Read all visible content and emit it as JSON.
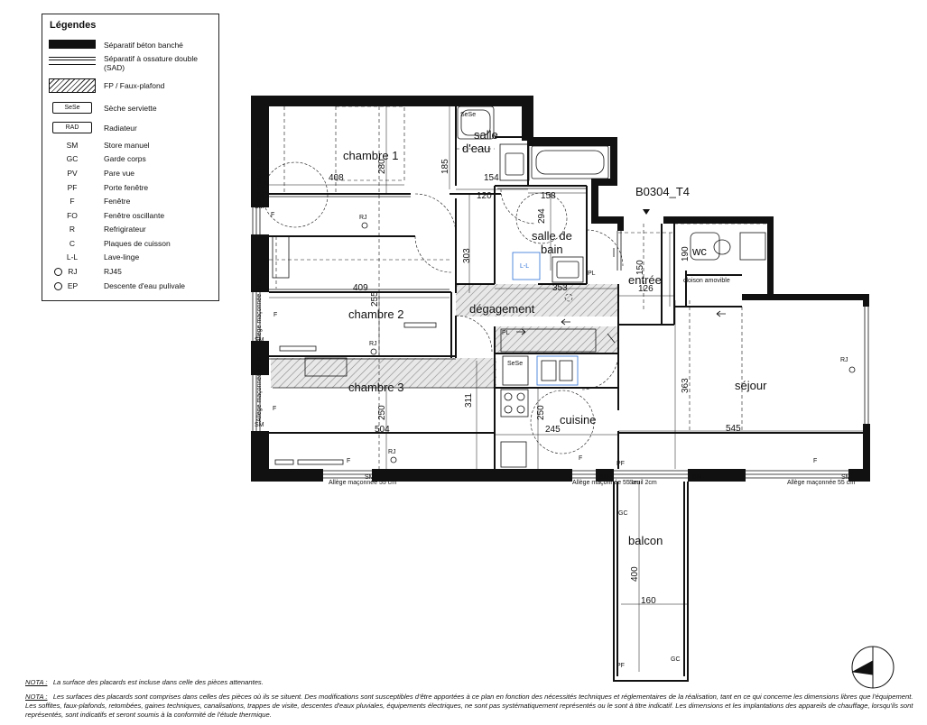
{
  "legend": {
    "title": "Légendes",
    "items": [
      {
        "symbol": "",
        "label": "Séparatif béton banché"
      },
      {
        "symbol": "",
        "label": "Séparatif à ossature double",
        "label2": "(SAD)"
      },
      {
        "symbol": "",
        "label": "FP / Faux-plafond"
      },
      {
        "symbol": "SeSe",
        "label": "Sèche serviette"
      },
      {
        "symbol": "RAD",
        "label": "Radiateur"
      },
      {
        "symbol": "SM",
        "label": "Store manuel"
      },
      {
        "symbol": "GC",
        "label": "Garde corps"
      },
      {
        "symbol": "PV",
        "label": "Pare vue"
      },
      {
        "symbol": "PF",
        "label": "Porte fenêtre"
      },
      {
        "symbol": "F",
        "label": "Fenêtre"
      },
      {
        "symbol": "FO",
        "label": "Fenêtre oscillante"
      },
      {
        "symbol": "R",
        "label": "Refrigirateur"
      },
      {
        "symbol": "C",
        "label": "Plaques de cuisson"
      },
      {
        "symbol": "L-L",
        "label": "Lave-linge"
      },
      {
        "symbol": "RJ",
        "label": "RJ45"
      },
      {
        "symbol": "EP",
        "label": "Descente d'eau pulivale"
      }
    ]
  },
  "plan": {
    "unit_id": "B0304_T4",
    "rooms": {
      "chambre1": "chambre 1",
      "chambre2": "chambre 2",
      "chambre3": "chambre 3",
      "salle_eau_1": "salle",
      "salle_eau_2": "d'eau",
      "salle_bain_1": "salle de",
      "salle_bain_2": "bain",
      "degagement": "dégagement",
      "entree": "entrée",
      "wc": "wc",
      "sejour": "séjour",
      "cuisine": "cuisine",
      "balcon": "balcon"
    },
    "dims": {
      "d408": "408",
      "d280": "280",
      "d185": "185",
      "d154": "154",
      "d120": "120",
      "d158": "158",
      "d294": "294",
      "d303": "303",
      "d409": "409",
      "d255": "255",
      "d353": "353",
      "d150": "150",
      "d126": "126",
      "d190": "190",
      "d363": "363",
      "d545": "545",
      "d250a": "250",
      "d504": "504",
      "d311": "311",
      "d250b": "250",
      "d245": "245",
      "d400": "400",
      "d160": "160"
    },
    "labels": {
      "rj": "RJ",
      "sm": "SM",
      "f": "F",
      "pf": "PF",
      "pl": "PL",
      "gc": "GC",
      "ll": "L-L",
      "sese": "SeSe",
      "closion": "cloison amovible",
      "seuil": "Seuil 2cm",
      "allege": "Allège maçonnée 55 cm"
    }
  },
  "notes": {
    "nota_label": "NOTA :",
    "nota1": "La surface des placards est incluse dans celle des pièces attenantes.",
    "nota2": "Les surfaces des placards sont comprises dans celles des pièces où ils se situent. Des modifications sont susceptibles d'être apportées à ce plan en fonction des nécessités techniques et réglementaires de la réalisation, tant en ce qui concerne les dimensions libres que l'équipement. Les soffites, faux-plafonds, retombées, gaines techniques, canalisations, trappes de visite, descentes d'eaux pluviales, équipements électriques, ne sont pas systématiquement représentés ou le sont à titre indicatif. Les dimensions et les implantations des appareils de chauffage, lorsqu'ils sont représentés, sont indicatifs et seront soumis à la conformité de l'étude thermique."
  }
}
